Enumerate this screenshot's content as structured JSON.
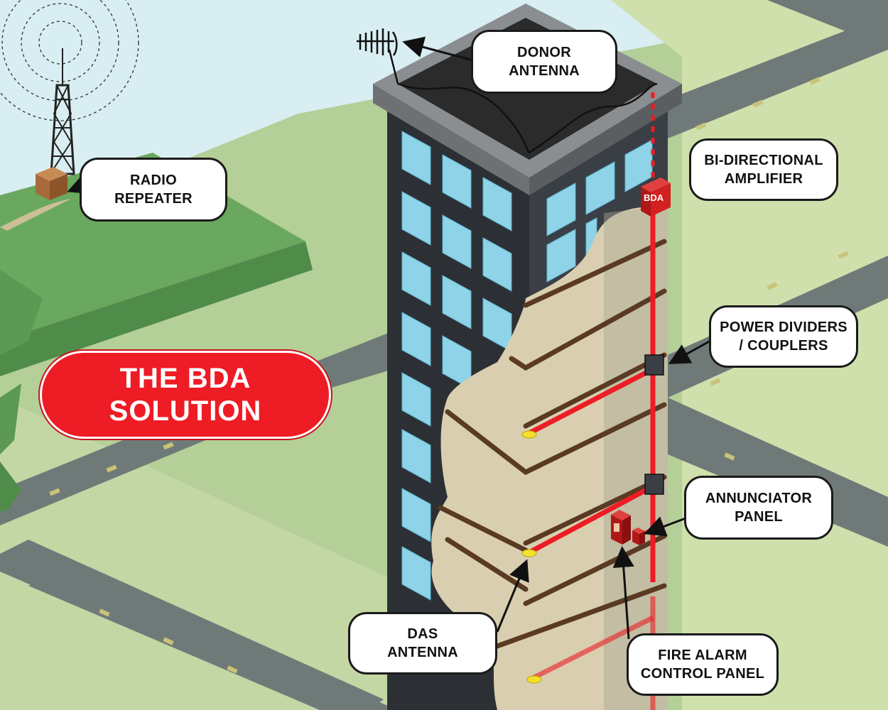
{
  "title": "THE BDA\nSOLUTION",
  "callouts": {
    "donor_antenna": "DONOR\nANTENNA",
    "radio_repeater": "RADIO\nREPEATER",
    "bda": "BI-DIRECTIONAL\nAMPLIFIER",
    "power_dividers": "POWER DIVIDERS\n/ COUPLERS",
    "annunciator": "ANNUNCIATOR\nPANEL",
    "das_antenna": "DAS\nANTENNA",
    "fire_alarm": "FIRE ALARM\nCONTROL PANEL"
  },
  "bda_box_label": "BDA",
  "colors": {
    "accent_red": "#ee1c24",
    "building_dark": "#2c3035",
    "window_blue": "#8fd3e8",
    "floor_tan": "#d9cfb0",
    "floor_edge": "#5a3a22",
    "grass": "#a9c98f",
    "road": "#6f7a78"
  }
}
